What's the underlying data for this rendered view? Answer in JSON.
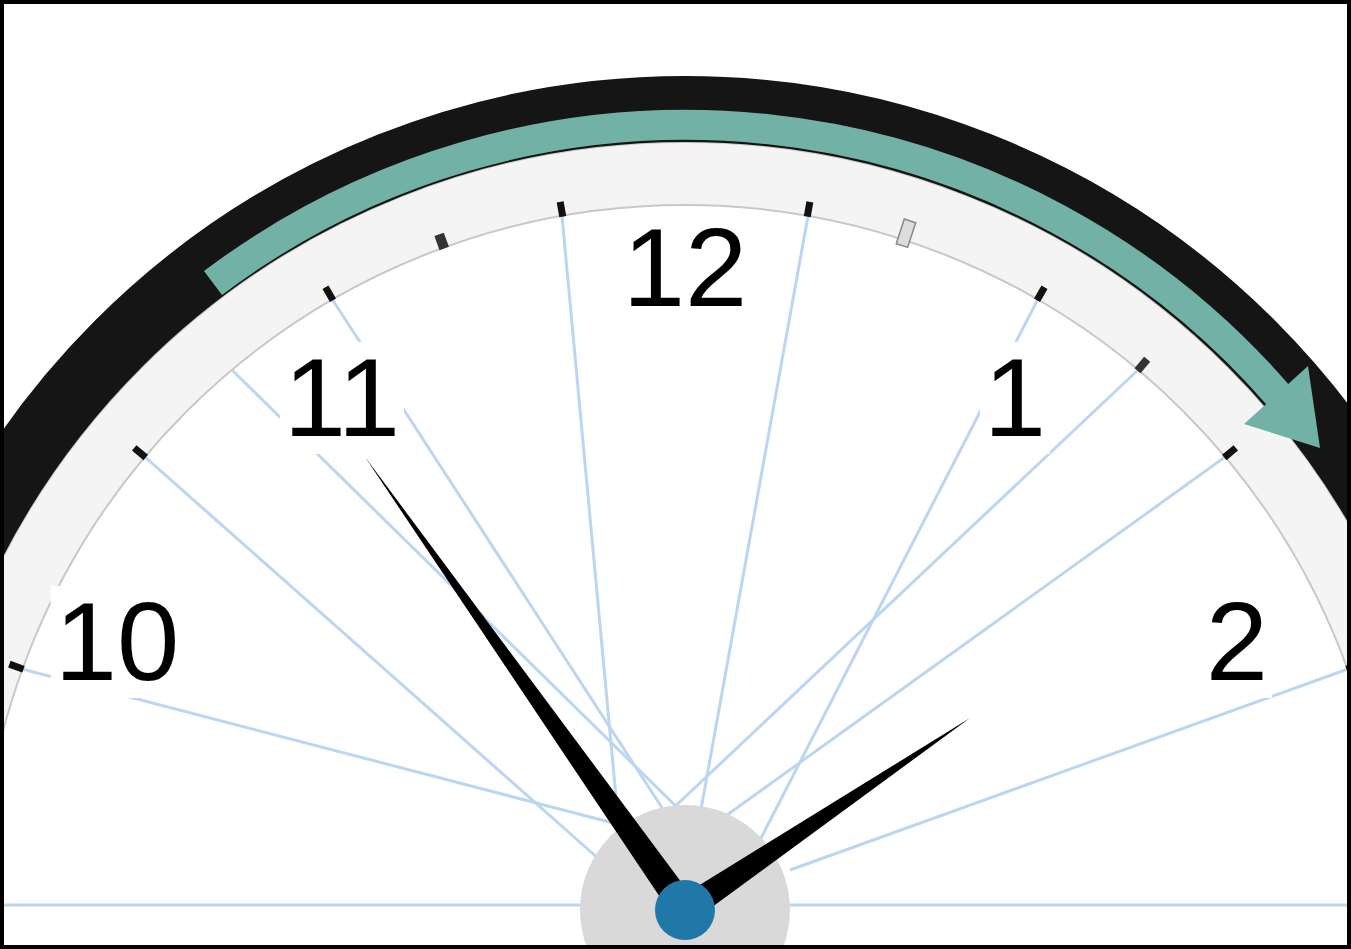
{
  "diagram": {
    "labels": [
      "12",
      "11",
      "1",
      "10",
      "2"
    ]
  }
}
